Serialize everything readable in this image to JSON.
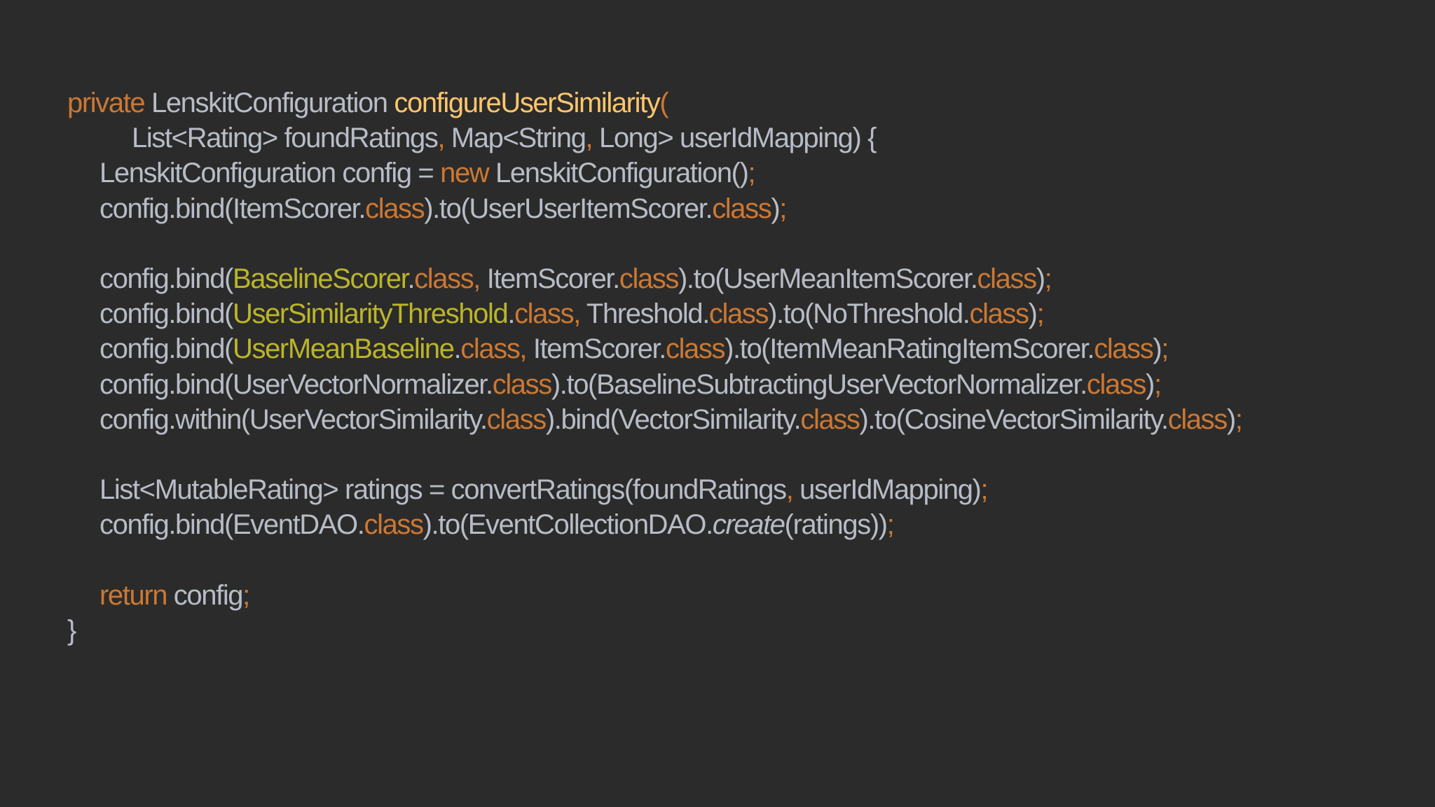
{
  "code": {
    "language": "java",
    "lines": [
      {
        "indent": 0,
        "tokens": [
          {
            "t": "private",
            "c": "kw"
          },
          {
            "t": " LenskitConfiguration ",
            "c": "plain"
          },
          {
            "t": "configureUserSimilarity",
            "c": "fn"
          },
          {
            "t": "(",
            "c": "kw"
          }
        ]
      },
      {
        "indent": 2,
        "tokens": [
          {
            "t": "List<Rating> foundRatings",
            "c": "plain"
          },
          {
            "t": ",",
            "c": "kw"
          },
          {
            "t": " Map<String",
            "c": "plain"
          },
          {
            "t": ",",
            "c": "kw"
          },
          {
            "t": " Long> userIdMapping) {",
            "c": "plain"
          }
        ]
      },
      {
        "indent": 1,
        "tokens": [
          {
            "t": "LenskitConfiguration config = ",
            "c": "plain"
          },
          {
            "t": "new",
            "c": "kw"
          },
          {
            "t": " LenskitConfiguration()",
            "c": "plain"
          },
          {
            "t": ";",
            "c": "kw"
          }
        ]
      },
      {
        "indent": 1,
        "tokens": [
          {
            "t": "config.bind(ItemScorer.",
            "c": "plain"
          },
          {
            "t": "class",
            "c": "kw"
          },
          {
            "t": ").to(UserUserItemScorer.",
            "c": "plain"
          },
          {
            "t": "class",
            "c": "kw"
          },
          {
            "t": ")",
            "c": "plain"
          },
          {
            "t": ";",
            "c": "kw"
          }
        ]
      },
      {
        "indent": 0,
        "tokens": []
      },
      {
        "indent": 1,
        "tokens": [
          {
            "t": "config.bind(",
            "c": "plain"
          },
          {
            "t": "BaselineScorer",
            "c": "ann"
          },
          {
            "t": ".",
            "c": "plain"
          },
          {
            "t": "class,",
            "c": "kw"
          },
          {
            "t": " ItemScorer.",
            "c": "plain"
          },
          {
            "t": "class",
            "c": "kw"
          },
          {
            "t": ").to(UserMeanItemScorer.",
            "c": "plain"
          },
          {
            "t": "class",
            "c": "kw"
          },
          {
            "t": ")",
            "c": "plain"
          },
          {
            "t": ";",
            "c": "kw"
          }
        ]
      },
      {
        "indent": 1,
        "tokens": [
          {
            "t": "config.bind(",
            "c": "plain"
          },
          {
            "t": "UserSimilarityThreshold",
            "c": "ann"
          },
          {
            "t": ".",
            "c": "plain"
          },
          {
            "t": "class,",
            "c": "kw"
          },
          {
            "t": " Threshold.",
            "c": "plain"
          },
          {
            "t": "class",
            "c": "kw"
          },
          {
            "t": ").to(NoThreshold.",
            "c": "plain"
          },
          {
            "t": "class",
            "c": "kw"
          },
          {
            "t": ")",
            "c": "plain"
          },
          {
            "t": ";",
            "c": "kw"
          }
        ]
      },
      {
        "indent": 1,
        "tokens": [
          {
            "t": "config.bind(",
            "c": "plain"
          },
          {
            "t": "UserMeanBaseline",
            "c": "ann"
          },
          {
            "t": ".",
            "c": "plain"
          },
          {
            "t": "class,",
            "c": "kw"
          },
          {
            "t": " ItemScorer.",
            "c": "plain"
          },
          {
            "t": "class",
            "c": "kw"
          },
          {
            "t": ").to(ItemMeanRatingItemScorer.",
            "c": "plain"
          },
          {
            "t": "class",
            "c": "kw"
          },
          {
            "t": ")",
            "c": "plain"
          },
          {
            "t": ";",
            "c": "kw"
          }
        ]
      },
      {
        "indent": 1,
        "tokens": [
          {
            "t": "config.bind(UserVectorNormalizer.",
            "c": "plain"
          },
          {
            "t": "class",
            "c": "kw"
          },
          {
            "t": ").to(BaselineSubtractingUserVectorNormalizer.",
            "c": "plain"
          },
          {
            "t": "class",
            "c": "kw"
          },
          {
            "t": ")",
            "c": "plain"
          },
          {
            "t": ";",
            "c": "kw"
          }
        ]
      },
      {
        "indent": 1,
        "tokens": [
          {
            "t": "config.within(UserVectorSimilarity.",
            "c": "plain"
          },
          {
            "t": "class",
            "c": "kw"
          },
          {
            "t": ").bind(VectorSimilarity.",
            "c": "plain"
          },
          {
            "t": "class",
            "c": "kw"
          },
          {
            "t": ").to(CosineVectorSimilarity.",
            "c": "plain"
          },
          {
            "t": "class",
            "c": "kw"
          },
          {
            "t": ")",
            "c": "plain"
          },
          {
            "t": ";",
            "c": "kw"
          }
        ]
      },
      {
        "indent": 0,
        "tokens": []
      },
      {
        "indent": 1,
        "tokens": [
          {
            "t": "List<MutableRating> ratings = convertRatings(foundRatings",
            "c": "plain"
          },
          {
            "t": ",",
            "c": "kw"
          },
          {
            "t": " userIdMapping)",
            "c": "plain"
          },
          {
            "t": ";",
            "c": "kw"
          }
        ]
      },
      {
        "indent": 1,
        "tokens": [
          {
            "t": "config.bind(EventDAO.",
            "c": "plain"
          },
          {
            "t": "class",
            "c": "kw"
          },
          {
            "t": ").to(EventCollectionDAO.",
            "c": "plain"
          },
          {
            "t": "create",
            "c": "italic"
          },
          {
            "t": "(ratings))",
            "c": "plain"
          },
          {
            "t": ";",
            "c": "kw"
          }
        ]
      },
      {
        "indent": 0,
        "tokens": []
      },
      {
        "indent": 1,
        "tokens": [
          {
            "t": "return",
            "c": "kw"
          },
          {
            "t": " config",
            "c": "plain"
          },
          {
            "t": ";",
            "c": "kw"
          }
        ]
      },
      {
        "indent": 0,
        "tokens": [
          {
            "t": "}",
            "c": "plain"
          }
        ]
      }
    ]
  },
  "colors": {
    "background": "#2b2b2b",
    "plain": "#b7bcc6",
    "keyword": "#cc7832",
    "function": "#ffc66d",
    "annotation": "#bbb529"
  }
}
